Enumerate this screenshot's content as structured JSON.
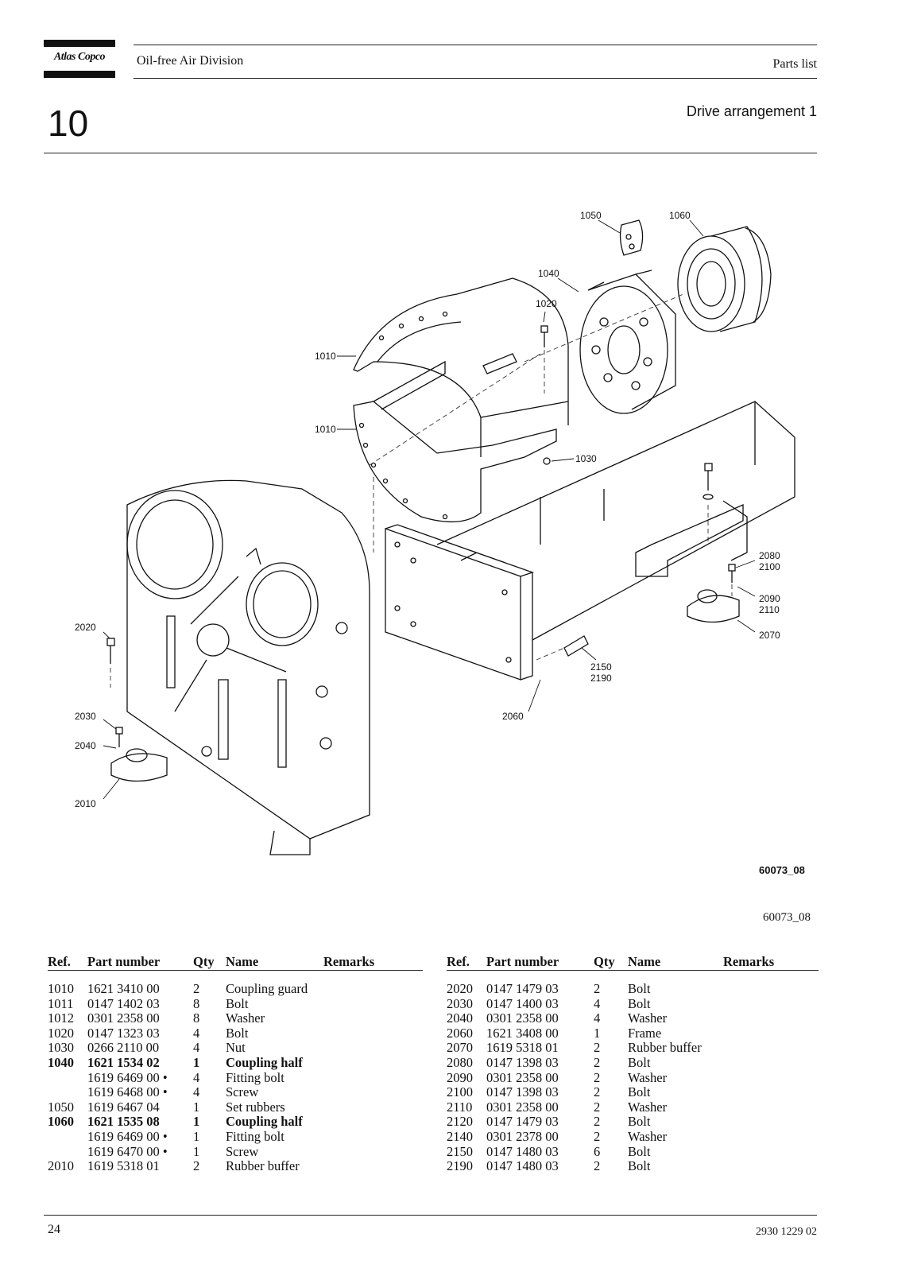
{
  "header": {
    "logo_text": "Atlas Copco",
    "division": "Oil-free Air Division",
    "doc_type": "Parts list"
  },
  "chapter": "10",
  "section_title": "Drive arrangement 1",
  "drawing": {
    "callouts": [
      "1050",
      "1060",
      "1040",
      "1020",
      "1010",
      "1010",
      "1030",
      "2080",
      "2100",
      "2090",
      "2110",
      "2070",
      "2150",
      "2190",
      "2060",
      "2020",
      "2030",
      "2040",
      "2010"
    ],
    "drawing_no": "60073_08",
    "drawing_no_caption": "60073_08"
  },
  "table": {
    "columns": [
      "Ref.",
      "Part number",
      "Qty",
      "Name",
      "Remarks"
    ],
    "left": [
      {
        "ref": "1010",
        "part": "1621 3410 00",
        "qty": "2",
        "name": "Coupling guard",
        "remarks": "",
        "bold": false
      },
      {
        "ref": "1011",
        "part": "0147 1402 03",
        "qty": "8",
        "name": "Bolt",
        "remarks": "",
        "bold": false
      },
      {
        "ref": "1012",
        "part": "0301 2358 00",
        "qty": "8",
        "name": "Washer",
        "remarks": "",
        "bold": false
      },
      {
        "ref": "1020",
        "part": "0147 1323 03",
        "qty": "4",
        "name": "Bolt",
        "remarks": "",
        "bold": false
      },
      {
        "ref": "1030",
        "part": "0266 2110 00",
        "qty": "4",
        "name": "Nut",
        "remarks": "",
        "bold": false
      },
      {
        "ref": "1040",
        "part": "1621 1534 02",
        "qty": "1",
        "name": "Coupling half",
        "remarks": "",
        "bold": true
      },
      {
        "ref": "",
        "part": "1619 6469 00 •",
        "qty": "4",
        "name": "Fitting bolt",
        "remarks": "",
        "bold": false
      },
      {
        "ref": "",
        "part": "1619 6468 00 •",
        "qty": "4",
        "name": "Screw",
        "remarks": "",
        "bold": false
      },
      {
        "ref": "1050",
        "part": "1619 6467 04",
        "qty": "1",
        "name": "Set rubbers",
        "remarks": "",
        "bold": false
      },
      {
        "ref": "1060",
        "part": "1621 1535 08",
        "qty": "1",
        "name": "Coupling half",
        "remarks": "",
        "bold": true
      },
      {
        "ref": "",
        "part": "1619 6469 00 •",
        "qty": "1",
        "name": "Fitting bolt",
        "remarks": "",
        "bold": false
      },
      {
        "ref": "",
        "part": "1619 6470 00 •",
        "qty": "1",
        "name": "Screw",
        "remarks": "",
        "bold": false
      },
      {
        "ref": "2010",
        "part": "1619 5318 01",
        "qty": "2",
        "name": "Rubber buffer",
        "remarks": "",
        "bold": false
      }
    ],
    "right": [
      {
        "ref": "2020",
        "part": "0147 1479 03",
        "qty": "2",
        "name": "Bolt",
        "remarks": "",
        "bold": false
      },
      {
        "ref": "2030",
        "part": "0147 1400 03",
        "qty": "4",
        "name": "Bolt",
        "remarks": "",
        "bold": false
      },
      {
        "ref": "2040",
        "part": "0301 2358 00",
        "qty": "4",
        "name": "Washer",
        "remarks": "",
        "bold": false
      },
      {
        "ref": "2060",
        "part": "1621 3408 00",
        "qty": "1",
        "name": "Frame",
        "remarks": "",
        "bold": false
      },
      {
        "ref": "2070",
        "part": "1619 5318 01",
        "qty": "2",
        "name": "Rubber buffer",
        "remarks": "",
        "bold": false
      },
      {
        "ref": "2080",
        "part": "0147 1398 03",
        "qty": "2",
        "name": "Bolt",
        "remarks": "",
        "bold": false
      },
      {
        "ref": "2090",
        "part": "0301 2358 00",
        "qty": "2",
        "name": "Washer",
        "remarks": "",
        "bold": false
      },
      {
        "ref": "2100",
        "part": "0147 1398 03",
        "qty": "2",
        "name": "Bolt",
        "remarks": "",
        "bold": false
      },
      {
        "ref": "2110",
        "part": "0301 2358 00",
        "qty": "2",
        "name": "Washer",
        "remarks": "",
        "bold": false
      },
      {
        "ref": "2120",
        "part": "0147 1479 03",
        "qty": "2",
        "name": "Bolt",
        "remarks": "",
        "bold": false
      },
      {
        "ref": "2140",
        "part": "0301 2378 00",
        "qty": "2",
        "name": "Washer",
        "remarks": "",
        "bold": false
      },
      {
        "ref": "2150",
        "part": "0147 1480 03",
        "qty": "6",
        "name": "Bolt",
        "remarks": "",
        "bold": false
      },
      {
        "ref": "2190",
        "part": "0147 1480 03",
        "qty": "2",
        "name": "Bolt",
        "remarks": "",
        "bold": false
      }
    ]
  },
  "footer": {
    "page_number": "24",
    "document_number": "2930 1229 02"
  }
}
